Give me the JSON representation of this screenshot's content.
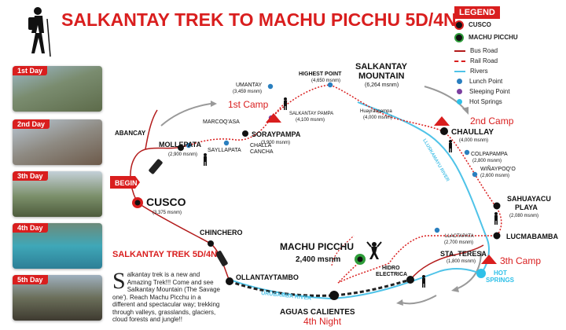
{
  "title": "SALKANTAY TREK TO MACHU PICCHU 5D/4N",
  "legend": {
    "heading": "LEGEND",
    "items": [
      {
        "label": "CUSCO",
        "icon": "cusco-marker-icon"
      },
      {
        "label": "MACHU PICCHU",
        "icon": "machu-picchu-marker-icon"
      },
      {
        "label": "Bus Road",
        "icon": "bus-road-line-icon"
      },
      {
        "label": "Rail Road",
        "icon": "rail-road-line-icon"
      },
      {
        "label": "Rivers",
        "icon": "river-line-icon"
      },
      {
        "label": "Lunch Point",
        "icon": "lunch-point-icon"
      },
      {
        "label": "Sleeping Point",
        "icon": "sleeping-point-icon"
      },
      {
        "label": "Hot Springs",
        "icon": "hot-springs-icon"
      }
    ]
  },
  "days": [
    "1st Day",
    "2nd Day",
    "3th Day",
    "4th Day",
    "5th Day"
  ],
  "description": {
    "title": "SALKANTAY TREK 5D/4N",
    "text": "alkantay trek is a new and Amazing Trek!!! Come and see Salkantay Mountain (The Savage one'). Reach Machu Picchu in a different and spectacular way; trekking through valleys, grasslands, glaciers, cloud forests and jungle!!"
  },
  "places": {
    "abancay": "ABANCAY",
    "mollepata": "MOLLEPATA",
    "mollepata_alt": "(2,900 msnm)",
    "marcoqasa": "MARCOQ'ASA",
    "sayllapata": "SAYLLAPATA",
    "challa": "CHALLA",
    "cancha": "CANCHA",
    "umantay": "UMANTAY",
    "umantay_alt": "(3,459 msnm)",
    "soraypampa": "SORAYPAMPA",
    "soraypampa_alt": "(3,900 msnm)",
    "highest_point": "HIGHEST POINT",
    "highest_alt": "(4,650 msnm)",
    "salkantay_pampa": "SALKANTAY PAMPA",
    "salkantay_pampa_alt": "(4,100 msnm)",
    "salkantay_mountain_1": "SALKANTAY",
    "salkantay_mountain_2": "MOUNTAIN",
    "salkantay_mountain_alt": "(6,264 msnm)",
    "huayracpampa": "Huayracpampa",
    "huayracpampa_alt": "(4,000 msnm)",
    "chaullay": "CHAULLAY",
    "chaullay_alt": "(4,000 msnm)",
    "colpapampa": "COLPAPAMPA",
    "colpapampa_alt": "(2,800 msnm)",
    "winaypoqo": "WIÑAYPOQ'O",
    "winaypoqo_alt": "(2,600 msnm)",
    "sahuayacu_1": "SAHUAYACU",
    "sahuayacu_2": "PLAYA",
    "sahuayacu_alt": "(2,080 msnm)",
    "lucmabamba": "LUCMABAMBA",
    "llactapata": "LLACTAPATA",
    "llactapata_alt": "(2,700 msnm)",
    "sta_teresa": "STA. TERESA",
    "sta_teresa_alt": "(1,800 msnm)",
    "hot_springs_1": "HOT",
    "hot_springs_2": "SPRINGS",
    "hidro_1": "HIDRO",
    "hidro_2": "ELECTRICA",
    "aguas_calientes": "AGUAS CALIENTES",
    "machu_picchu": "MACHU PICCHU",
    "machu_picchu_alt": "2,400 msnm",
    "ollantaytambo": "OLLANTAYTAMBO",
    "chinchero": "CHINCHERO",
    "cusco": "CUSCO",
    "cusco_alt": "(3,375 msnm)",
    "begin": "BEGIN",
    "urubamba_river": "URUBAMBA RIVER",
    "lluskamayu_river": "LLUSKAMAYU RIVER"
  },
  "camps": {
    "first": "1st Camp",
    "second": "2nd Camp",
    "third": "3th Camp",
    "fourth": "4th Night"
  },
  "colors": {
    "red": "#d91e1e",
    "green": "#2e9d3a",
    "river": "#4fc3e8",
    "lunch": "#2a7fbf",
    "sleep": "#7b3fa0",
    "hot": "#2ec0e8"
  }
}
